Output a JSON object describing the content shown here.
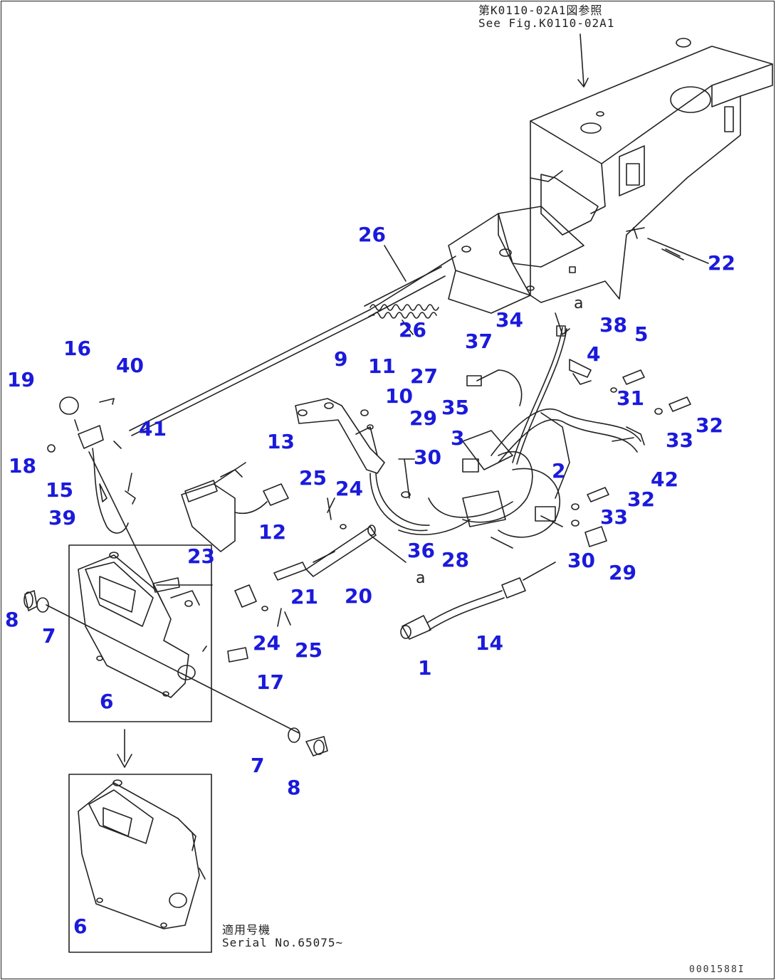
{
  "header_note": {
    "line1": "第K0110-02A1図参照",
    "line2": "See Fig.K0110-02A1"
  },
  "serial_note": {
    "line1": "適用号機",
    "line2": "Serial No.65075~"
  },
  "drawing_ref": "0001588I",
  "cut_mark": "a",
  "callouts": [
    {
      "key": "c1",
      "text": "1"
    },
    {
      "key": "c2",
      "text": "2"
    },
    {
      "key": "c3",
      "text": "3"
    },
    {
      "key": "c4",
      "text": "4"
    },
    {
      "key": "c5",
      "text": "5"
    },
    {
      "key": "c6a",
      "text": "6"
    },
    {
      "key": "c6b",
      "text": "6"
    },
    {
      "key": "c7a",
      "text": "7"
    },
    {
      "key": "c7b",
      "text": "7"
    },
    {
      "key": "c8a",
      "text": "8"
    },
    {
      "key": "c8b",
      "text": "8"
    },
    {
      "key": "c9",
      "text": "9"
    },
    {
      "key": "c10",
      "text": "10"
    },
    {
      "key": "c11",
      "text": "11"
    },
    {
      "key": "c12",
      "text": "12"
    },
    {
      "key": "c13",
      "text": "13"
    },
    {
      "key": "c14",
      "text": "14"
    },
    {
      "key": "c15",
      "text": "15"
    },
    {
      "key": "c16",
      "text": "16"
    },
    {
      "key": "c17",
      "text": "17"
    },
    {
      "key": "c18",
      "text": "18"
    },
    {
      "key": "c19",
      "text": "19"
    },
    {
      "key": "c20",
      "text": "20"
    },
    {
      "key": "c21",
      "text": "21"
    },
    {
      "key": "c22",
      "text": "22"
    },
    {
      "key": "c23",
      "text": "23"
    },
    {
      "key": "c24a",
      "text": "24"
    },
    {
      "key": "c24b",
      "text": "24"
    },
    {
      "key": "c25a",
      "text": "25"
    },
    {
      "key": "c25b",
      "text": "25"
    },
    {
      "key": "c26a",
      "text": "26"
    },
    {
      "key": "c26b",
      "text": "26"
    },
    {
      "key": "c27",
      "text": "27"
    },
    {
      "key": "c28",
      "text": "28"
    },
    {
      "key": "c29a",
      "text": "29"
    },
    {
      "key": "c29b",
      "text": "29"
    },
    {
      "key": "c30a",
      "text": "30"
    },
    {
      "key": "c30b",
      "text": "30"
    },
    {
      "key": "c31",
      "text": "31"
    },
    {
      "key": "c32a",
      "text": "32"
    },
    {
      "key": "c32b",
      "text": "32"
    },
    {
      "key": "c33a",
      "text": "33"
    },
    {
      "key": "c33b",
      "text": "33"
    },
    {
      "key": "c34",
      "text": "34"
    },
    {
      "key": "c35",
      "text": "35"
    },
    {
      "key": "c36",
      "text": "36"
    },
    {
      "key": "c37",
      "text": "37"
    },
    {
      "key": "c38",
      "text": "38"
    },
    {
      "key": "c39",
      "text": "39"
    },
    {
      "key": "c40",
      "text": "40"
    },
    {
      "key": "c41",
      "text": "41"
    },
    {
      "key": "c42",
      "text": "42"
    }
  ]
}
